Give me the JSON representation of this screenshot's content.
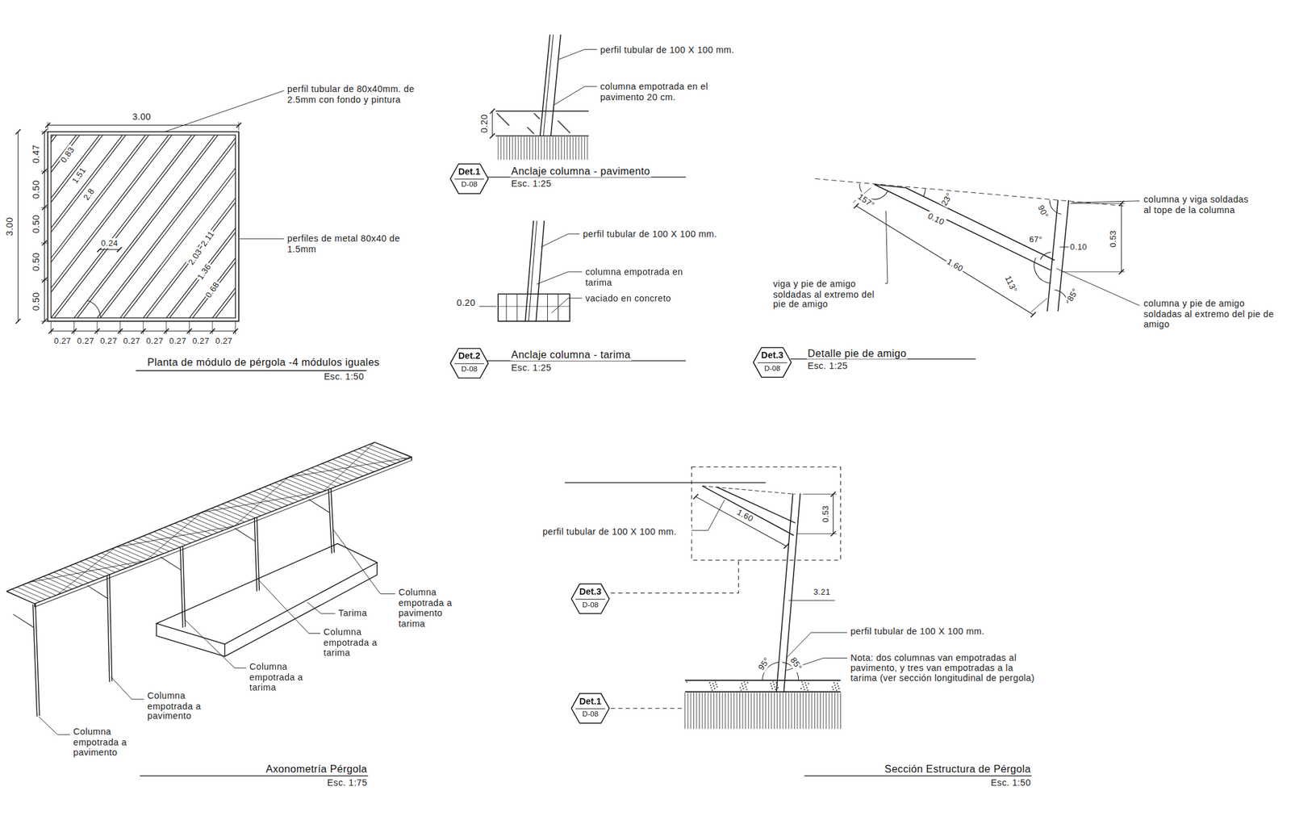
{
  "diagram": {
    "nodes": [
      {
        "text": [
          "Det.1",
          "D-08"
        ]
      },
      {
        "text": [
          "Det.2",
          "D-08"
        ]
      },
      {
        "text": [
          "Det.3",
          "D-08"
        ]
      },
      {
        "text": [
          "Det.3",
          "D-08"
        ]
      },
      {
        "text": [
          "Det.1",
          "D-08"
        ]
      }
    ],
    "labels": [
      "3.00",
      "3.00",
      "0.47",
      "0.50",
      "0.50",
      "0.50",
      "0.50",
      "0.27",
      "0.27",
      "0.27",
      "0.27",
      "0.27",
      "0.27",
      "0.27",
      "0.27",
      "0.83",
      "1.51",
      "2.8",
      "0.24",
      "2.11",
      "2.03",
      "1.36",
      "0.68",
      "perfil tubular de 80x40mm. de 2.5mm con fondo y pintura",
      "perfiles de metal 80x40 de 1.5mm",
      "Planta de módulo de pérgola -4 módulos iguales",
      "Esc. 1:50",
      "perfil tubular de 100 X 100 mm.",
      "columna empotrada en el pavimento 20 cm.",
      "0.20",
      "Anclaje columna - pavimento",
      "Esc. 1:25",
      "perfil tubular de 100 X 100 mm.",
      "columna empotrada en tarima",
      "vaciado en concreto",
      "0.20",
      "Anclaje columna - tarima",
      "Esc. 1:25",
      "157°",
      "23°",
      "0.10",
      "90°",
      "67°",
      "0.10",
      "0.53",
      "1.60",
      "113°",
      "85°",
      "columna y viga soldadas al tope de la columna",
      "viga y pie de amigo soldadas al extremo del pie de amigo",
      "columna y pie de amigo soldadas al extremo del pie de amigo",
      "Detalle pie de amigo",
      "Esc. 1:25",
      "Columna empotrada a pavimento tarima",
      "Tarima",
      "Columna empotrada a tarima",
      "Columna empotrada a tarima",
      "Columna empotrada a pavimento",
      "Columna empotrada a pavimento",
      "Axonometría Pérgola",
      "Esc. 1:75",
      "perfil tubular de 100 X 100 mm.",
      "1.60",
      "0.53",
      "3.21",
      "perfil tubular de 100 X 100 mm.",
      "Nota: dos columnas van empotradas al pavimento, y tres van empotradas a la tarima (ver sección longitudinal de pergola)",
      "95°",
      "85°",
      "Sección Estructura de Pérgola",
      "Esc. 1:50"
    ]
  }
}
